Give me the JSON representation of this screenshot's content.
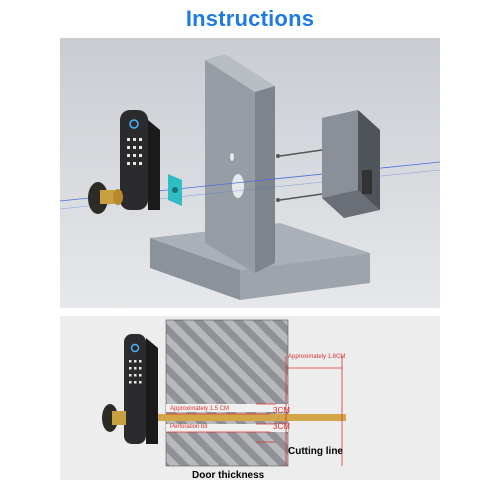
{
  "title": "Instructions",
  "bottom_panel": {
    "approx_18": "Approximately 1.8CM",
    "approx_15": "Approximately 1.5 CM",
    "perforation": "Perforation bit",
    "cm_a": "3CM",
    "cm_b": "3CM",
    "cutting_line": "Cutting line",
    "door_thickness": "Door thickness"
  },
  "icons": {
    "front_lock": "fingerprint-keypad-lock-icon",
    "knob": "brass-knob-icon",
    "back_box": "rear-lock-box-icon",
    "screws": "screw-icon"
  }
}
